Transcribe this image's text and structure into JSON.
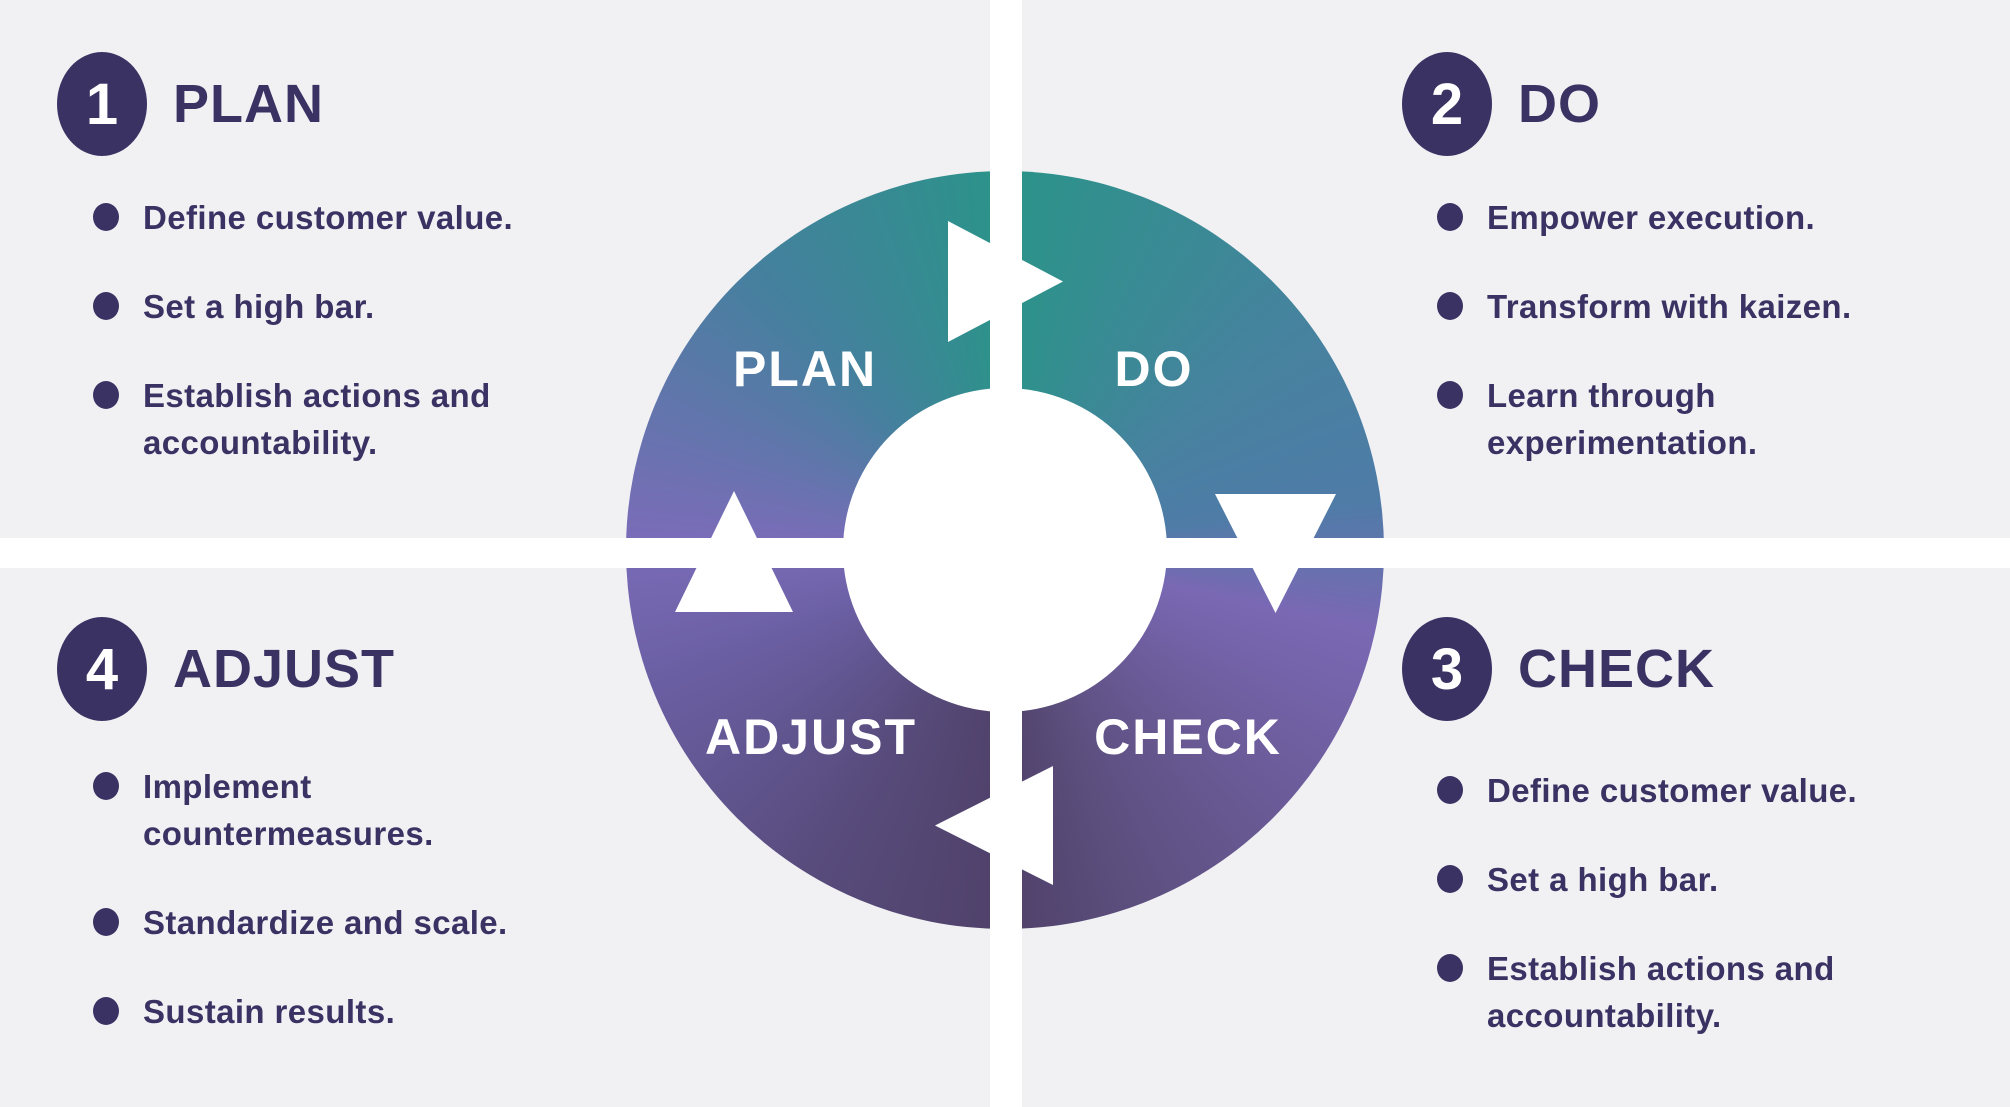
{
  "diagram": {
    "type": "pdca-cycle",
    "wheel_labels": {
      "plan": "PLAN",
      "do": "DO",
      "check": "CHECK",
      "adjust": "ADJUST"
    }
  },
  "colors": {
    "background": "#f1f1f3",
    "ink_dark_purple": "#3b3264",
    "white": "#ffffff",
    "wheel_teal": "#2b9389",
    "wheel_blue": "#4e7ca7",
    "wheel_light_purple": "#7a6cb8",
    "wheel_dark_purple": "#4f4169"
  },
  "sections": [
    {
      "number": "1",
      "title": "PLAN",
      "bullets": [
        "Define customer value.",
        "Set a high bar.",
        "Establish actions and accountability."
      ]
    },
    {
      "number": "2",
      "title": "DO",
      "bullets": [
        "Empower execution.",
        "Transform with kaizen.",
        "Learn through experimentation."
      ]
    },
    {
      "number": "3",
      "title": "CHECK",
      "bullets": [
        "Define customer value.",
        "Set a high bar.",
        "Establish actions and accountability."
      ]
    },
    {
      "number": "4",
      "title": "ADJUST",
      "bullets": [
        "Implement countermeasures.",
        "Standardize and scale.",
        "Sustain results."
      ]
    }
  ]
}
